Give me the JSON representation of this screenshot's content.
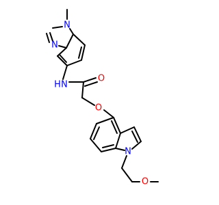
{
  "colors": {
    "bond": "#000000",
    "nitrogen": "#0000ff",
    "oxygen": "#ff0000",
    "background": "#ffffff"
  },
  "atoms": {
    "n_benzimidazole_top": "N",
    "n_benzimidazole_left": "N",
    "n_amide": "N",
    "h_amide": "H",
    "o_carbonyl": "O",
    "o_ether": "O",
    "n_indole": "N",
    "o_methoxy": "O"
  }
}
